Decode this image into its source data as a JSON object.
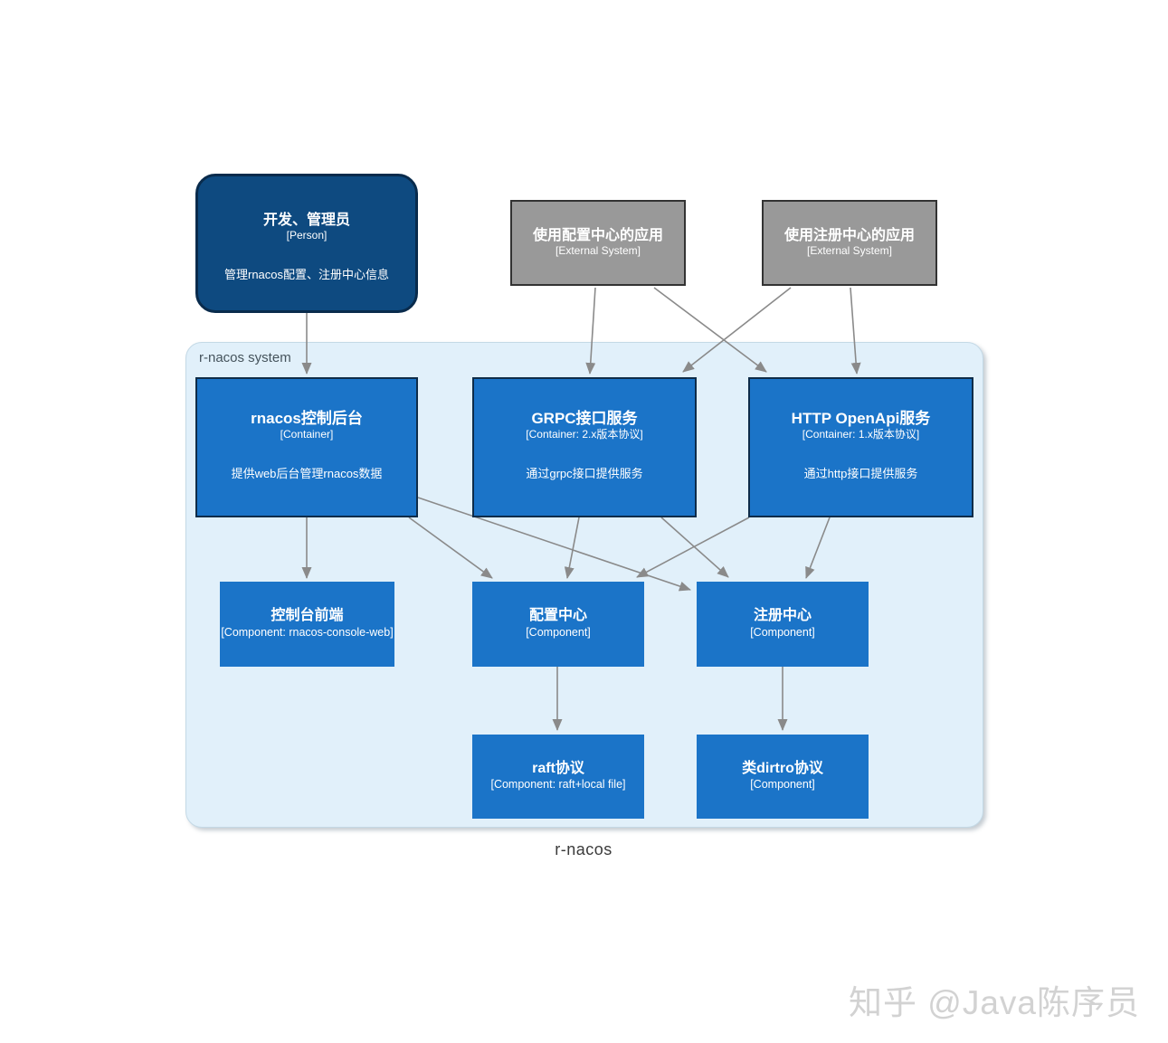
{
  "boundary": {
    "label": "r-nacos system",
    "caption": "r-nacos"
  },
  "watermark": "知乎 @Java陈序员",
  "colors": {
    "person_fill": "#0e4a80",
    "person_border": "#092b4c",
    "external_fill": "#999999",
    "external_border": "#333333",
    "container_fill": "#1b74c8",
    "container_border": "#0e2c49",
    "boundary_fill": "#e1f0fa",
    "arrow": "#8a8a8a"
  },
  "nodes": {
    "person": {
      "title": "开发、管理员",
      "meta": "[Person]",
      "desc": "管理rnacos配置、注册中心信息"
    },
    "config_app": {
      "title": "使用配置中心的应用",
      "meta": "[External System]"
    },
    "registry_app": {
      "title": "使用注册中心的应用",
      "meta": "[External System]"
    },
    "console_backend": {
      "title": "rnacos控制后台",
      "meta": "[Container]",
      "desc": "提供web后台管理rnacos数据"
    },
    "grpc_service": {
      "title": "GRPC接口服务",
      "meta": "[Container: 2.x版本协议]",
      "desc": "通过grpc接口提供服务"
    },
    "http_service": {
      "title": "HTTP OpenApi服务",
      "meta": "[Container: 1.x版本协议]",
      "desc": "通过http接口提供服务"
    },
    "console_web": {
      "title": "控制台前端",
      "meta": "[Component: rnacos-console-web]"
    },
    "config_center": {
      "title": "配置中心",
      "meta": "[Component]"
    },
    "registry_center": {
      "title": "注册中心",
      "meta": "[Component]"
    },
    "raft": {
      "title": "raft协议",
      "meta": "[Component: raft+local file]"
    },
    "distro": {
      "title": "类dirtro协议",
      "meta": "[Component]"
    }
  },
  "edges": [
    {
      "from": "person",
      "to": "console_backend",
      "points": [
        339,
        346,
        339,
        413
      ]
    },
    {
      "from": "config_app",
      "to": "grpc_service",
      "points": [
        658,
        318,
        652,
        413
      ]
    },
    {
      "from": "config_app",
      "to": "http_service",
      "points": [
        723,
        318,
        847,
        411
      ]
    },
    {
      "from": "registry_app",
      "to": "grpc_service",
      "points": [
        874,
        318,
        755,
        411
      ]
    },
    {
      "from": "registry_app",
      "to": "http_service",
      "points": [
        940,
        318,
        947,
        413
      ]
    },
    {
      "from": "console_backend",
      "to": "console_web",
      "points": [
        339,
        572,
        339,
        639
      ]
    },
    {
      "from": "console_backend",
      "to": "config_center",
      "points": [
        452,
        572,
        544,
        639
      ]
    },
    {
      "from": "console_backend",
      "to": "registry_center",
      "points": [
        462,
        550,
        763,
        652
      ]
    },
    {
      "from": "grpc_service",
      "to": "config_center",
      "points": [
        640,
        572,
        627,
        639
      ]
    },
    {
      "from": "grpc_service",
      "to": "registry_center",
      "points": [
        731,
        572,
        805,
        638
      ]
    },
    {
      "from": "http_service",
      "to": "config_center",
      "points": [
        828,
        572,
        704,
        638
      ]
    },
    {
      "from": "http_service",
      "to": "registry_center",
      "points": [
        917,
        572,
        891,
        639
      ]
    },
    {
      "from": "config_center",
      "to": "raft",
      "points": [
        616,
        737,
        616,
        807
      ]
    },
    {
      "from": "registry_center",
      "to": "distro",
      "points": [
        865,
        737,
        865,
        807
      ]
    }
  ]
}
